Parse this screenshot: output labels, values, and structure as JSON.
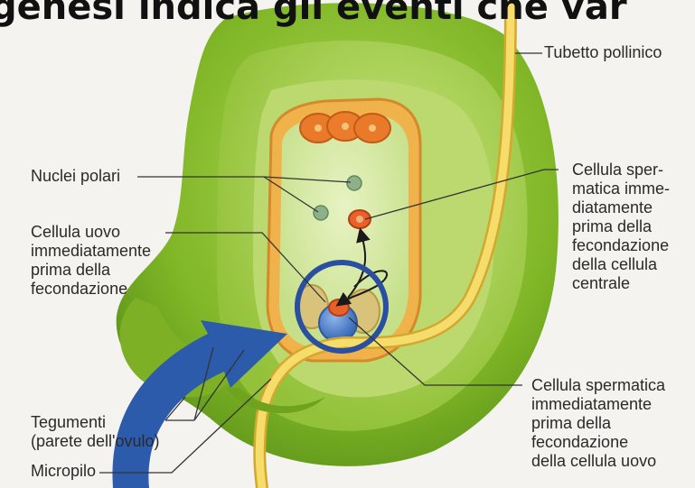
{
  "title": "genesi indica gli eventi che var",
  "labels": {
    "tubetto": "Tubetto pollinico",
    "nuclei": "Nuclei polari",
    "uovo": "Cellula uovo\nimmediatamente\nprima della\nfecondazione",
    "sperm_centrale": "Cellula sper-\nmatica imme-\ndiatamente\nprima della\nfecondazione\ndella cellula\ncentrale",
    "tegumenti": "Tegumenti\n(parete dell'ovulo)",
    "micropilo": "Micropilo",
    "sperm_uovo": "Cellula spermatica\nimmediatamente\nprima della\nfecondazione\ndella cellula uovo"
  },
  "colors": {
    "tegument_outer": "#7fb626",
    "tegument_inner": "#9cc93a",
    "nucellus": "#b9d76a",
    "embryo_sac": "#d7eaa3",
    "sac_border": "#e9a23c",
    "pollen_tube": "#f3d35a",
    "highlight_circle": "#2a4fa0",
    "arrow": "#2d5bab",
    "sperm_cell": "#e8612a"
  }
}
